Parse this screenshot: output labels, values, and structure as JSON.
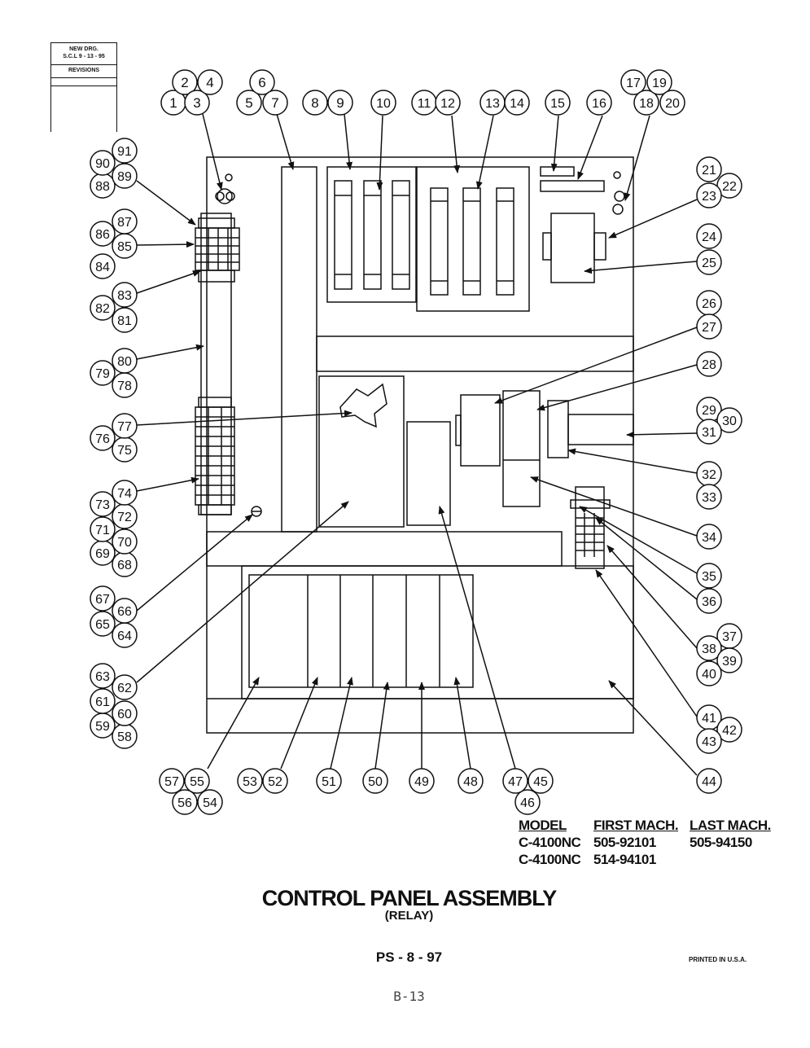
{
  "revision_block": {
    "line1": "NEW DRG.",
    "line2": "S.C.L 9 - 13 - 95",
    "line3": "REVISIONS"
  },
  "callouts": [
    "1",
    "2",
    "3",
    "4",
    "5",
    "6",
    "7",
    "8",
    "9",
    "10",
    "11",
    "12",
    "13",
    "14",
    "15",
    "16",
    "17",
    "18",
    "19",
    "20",
    "21",
    "22",
    "23",
    "24",
    "25",
    "26",
    "27",
    "28",
    "29",
    "30",
    "31",
    "32",
    "33",
    "34",
    "35",
    "36",
    "37",
    "38",
    "39",
    "40",
    "41",
    "42",
    "43",
    "44",
    "45",
    "46",
    "47",
    "48",
    "49",
    "50",
    "51",
    "52",
    "53",
    "54",
    "55",
    "56",
    "57",
    "58",
    "59",
    "60",
    "61",
    "62",
    "63",
    "64",
    "65",
    "66",
    "67",
    "68",
    "69",
    "70",
    "71",
    "72",
    "73",
    "74",
    "75",
    "76",
    "77",
    "78",
    "79",
    "80",
    "81",
    "82",
    "83",
    "84",
    "85",
    "86",
    "87",
    "88",
    "89",
    "90",
    "91"
  ],
  "model_table": {
    "headers": [
      "MODEL",
      "FIRST MACH.",
      "LAST MACH."
    ],
    "rows": [
      [
        "C-4100NC",
        "505-92101",
        "505-94150"
      ],
      [
        "C-4100NC",
        "514-94101",
        ""
      ]
    ]
  },
  "title": "CONTROL PANEL ASSEMBLY",
  "subtitle": "(RELAY)",
  "page_number": "PS - 8 - 97",
  "printed": "PRINTED IN U.S.A.",
  "sheet_ref": "B-13"
}
